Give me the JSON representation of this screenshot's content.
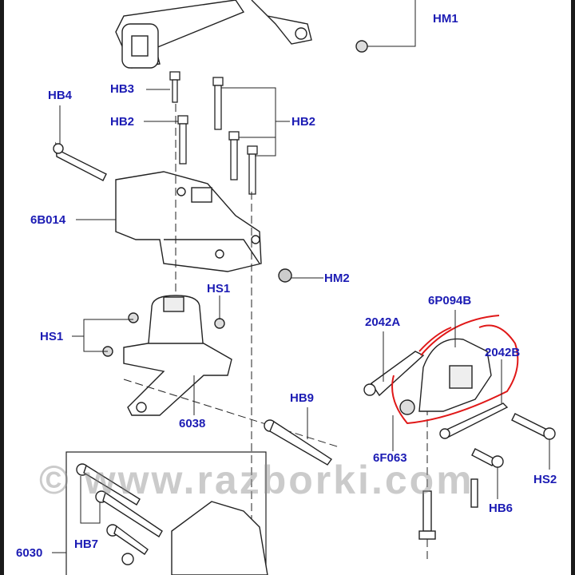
{
  "diagram": {
    "labels": {
      "hm1": "HM1",
      "hb4": "HB4",
      "hb3": "HB3",
      "hb2_left": "HB2",
      "hb2_right": "HB2",
      "p6b014": "6B014",
      "hm2": "HM2",
      "hs1_top": "HS1",
      "hs1_left": "HS1",
      "p6038": "6038",
      "hb9": "HB9",
      "p2042a": "2042A",
      "p6p094b": "6P094B",
      "p2042b": "2042B",
      "p6f063": "6F063",
      "hs2": "HS2",
      "hb6": "HB6",
      "hb7": "HB7",
      "p6030": "6030"
    },
    "watermark": "© www.razborki.com",
    "colors": {
      "label": "#1c1cb4",
      "highlight": "#e01818",
      "line": "#222222"
    }
  }
}
